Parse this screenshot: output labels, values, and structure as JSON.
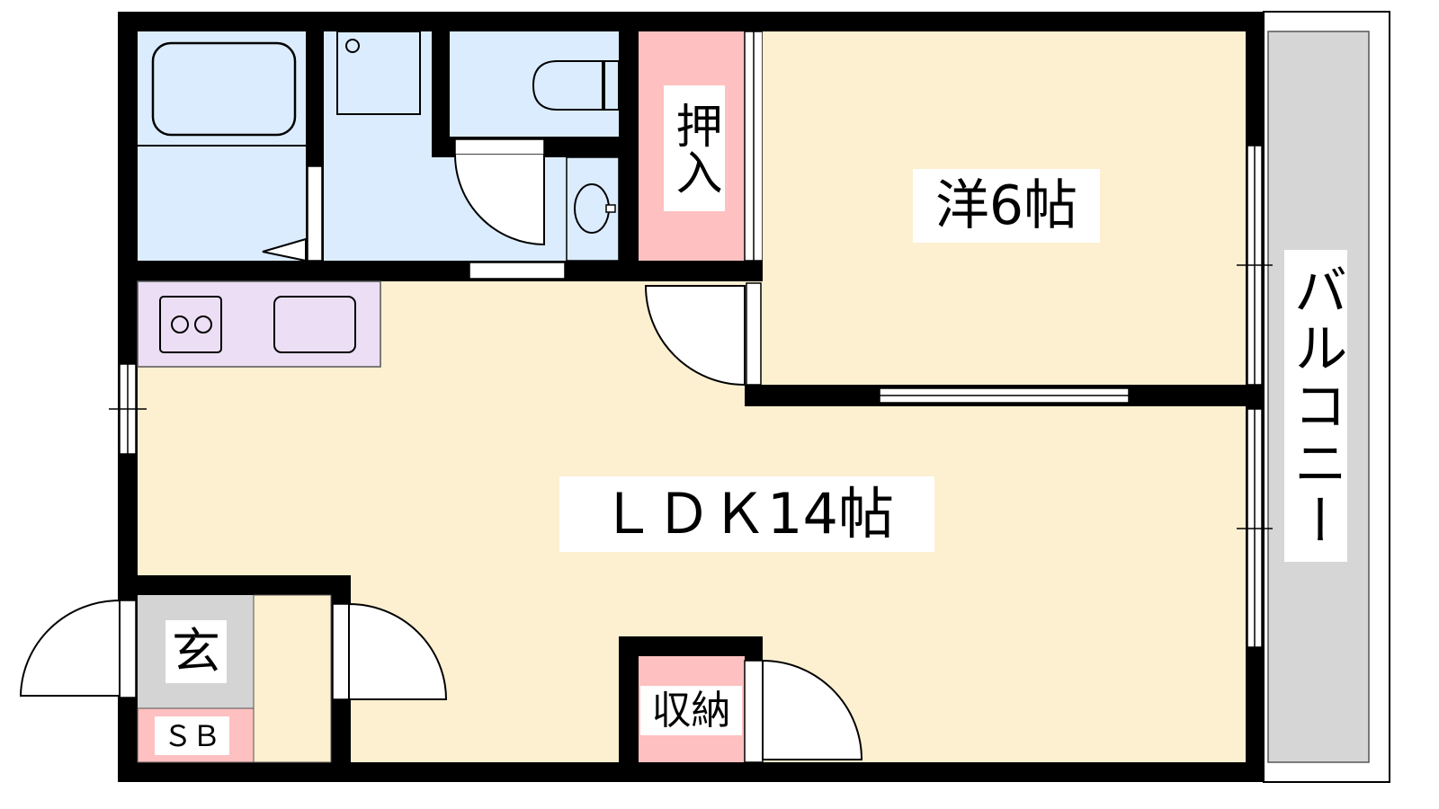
{
  "rooms": {
    "closet_top": "押入",
    "western_room": "洋6帖",
    "balcony": "バルコニー",
    "ldk": "ＬＤＫ14帖",
    "entrance": "玄",
    "shoe_box": "ＳＢ",
    "storage": "収納"
  },
  "colors": {
    "wet_area": "#dbecff",
    "closet": "#fec0c0",
    "living": "#fdf0d0",
    "kitchen": "#ecdff5",
    "entrance": "#d4d4d4",
    "balcony": "#d6d6d6",
    "wall": "#000000"
  }
}
